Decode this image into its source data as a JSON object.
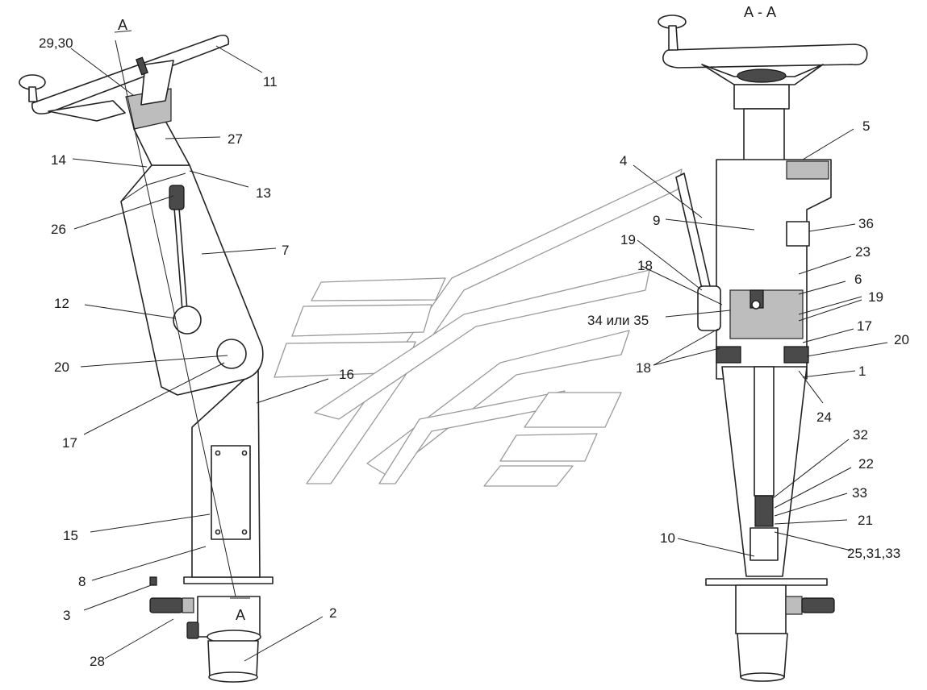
{
  "section_title": "А - А",
  "section_marks": {
    "top": "А",
    "bottom": "А"
  },
  "left_view": {
    "labels": [
      "29,30",
      "11",
      "27",
      "14",
      "13",
      "26",
      "7",
      "12",
      "20",
      "16",
      "17",
      "15",
      "8",
      "3",
      "28",
      "2"
    ]
  },
  "right_view": {
    "labels": [
      "5",
      "4",
      "9",
      "36",
      "19",
      "23",
      "18",
      "6",
      "19",
      "34 или 35",
      "17",
      "20",
      "18",
      "1",
      "24",
      "32",
      "22",
      "33",
      "21",
      "10",
      "25,31,33"
    ]
  }
}
